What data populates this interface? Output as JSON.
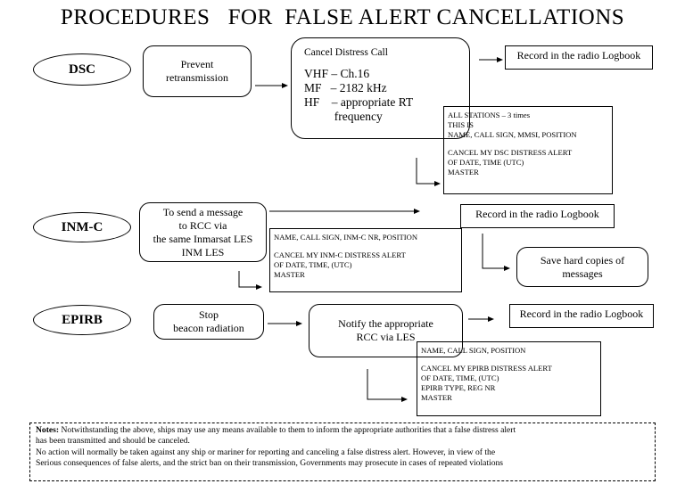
{
  "title": "PROCEDURES   FOR  FALSE ALERT CANCELLATIONS",
  "dsc": {
    "label": "DSC",
    "prevent": [
      "Prevent",
      "retransmission"
    ],
    "cancel_head": "Cancel Distress Call",
    "cancel_lines": [
      "VHF – Ch.16",
      "MF   – 2182 kHz",
      "HF    – appropriate RT",
      "          frequency"
    ],
    "logbook": "Record in the radio Logbook",
    "message": [
      "ALL STATIONS – 3 times",
      "THIS IS",
      "NAME, CALL SIGN, MMSI, POSITION",
      "",
      "CANCEL MY DSC DISTRESS ALERT",
      "OF DATE, TIME (UTC)",
      "MASTER"
    ]
  },
  "inmc": {
    "label": "INM-C",
    "send": [
      "To send a message",
      "to RCC via",
      "the same Inmarsat  LES",
      "INM LES"
    ],
    "logbook": "Record in the radio Logbook",
    "hardcopies": [
      "Save hard copies of",
      "messages"
    ],
    "message": [
      "NAME, CALL SIGN, INM-C NR, POSITION",
      "",
      "CANCEL MY INM-C DISTRESS ALERT",
      "OF DATE, TIME, (UTC)",
      "MASTER"
    ]
  },
  "epirb": {
    "label": "EPIRB",
    "stop": [
      "Stop",
      "beacon radiation"
    ],
    "notify": [
      "Notify the appropriate",
      "RCC via LES"
    ],
    "logbook": "Record in the radio Logbook",
    "message": [
      "NAME, CALL SIGN, POSITION",
      "",
      "CANCEL MY EPIRB DISTRESS ALERT",
      "OF DATE, TIME, (UTC)",
      "EPIRB TYPE, REG NR",
      "MASTER"
    ]
  },
  "notes": {
    "label": "Notes:",
    "line1": " Notwithstanding the above, ships may use any means available to them to inform the appropriate authorities that a false distress alert",
    "line2": "has  been  transmitted and should be canceled.",
    "line3": "No action will normally be taken against any ship or mariner for reporting and canceling a false distress alert. However, in view of the",
    "line4": "Serious consequences  of  false  alerts, and  the strict ban on their transmission, Governments may prosecute  in cases of repeated violations"
  }
}
